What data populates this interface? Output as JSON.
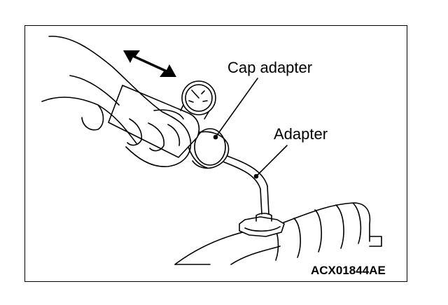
{
  "labels": {
    "cap_adapter": "Cap adapter",
    "adapter": "Adapter"
  },
  "figure_code": "ACX01844AE",
  "icons": {
    "gauge": "pressure-gauge-icon",
    "arrow": "double-arrow-icon"
  },
  "colors": {
    "line": "#000000",
    "background": "#ffffff"
  }
}
